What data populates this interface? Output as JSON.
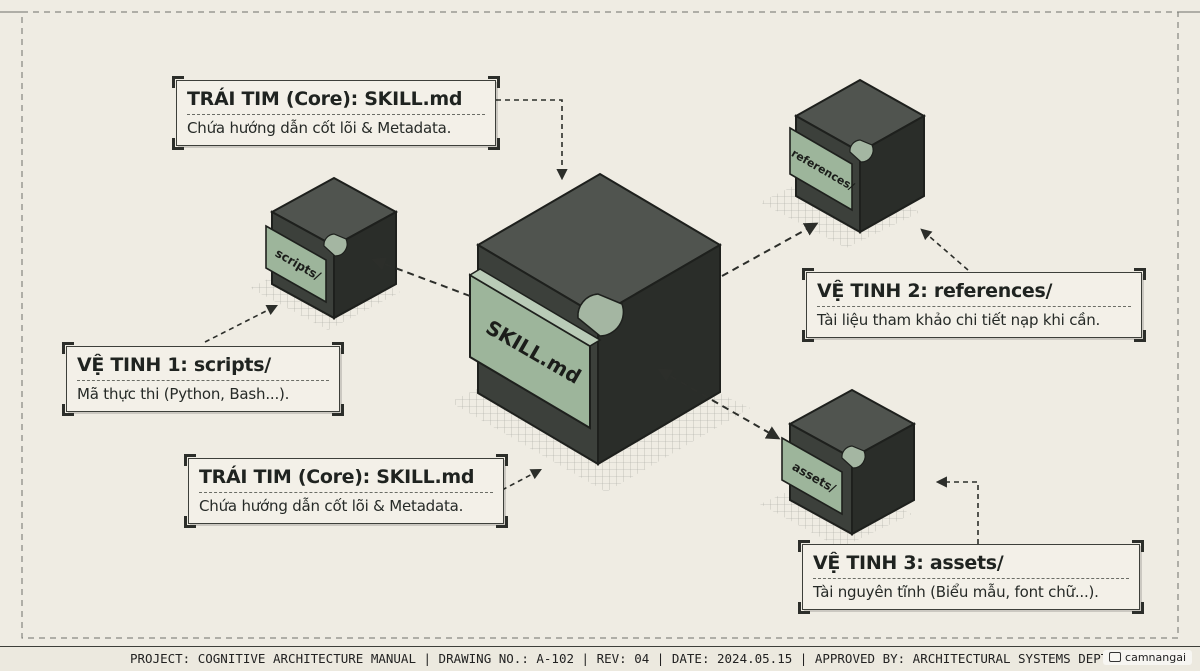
{
  "footer": {
    "text": "PROJECT: COGNITIVE ARCHITECTURE MANUAL | DRAWING NO.: A-102 | REV: 04 | DATE: 2024.05.15 | APPROVED BY: ARCHITECTURAL SYSTEMS DEPT.",
    "watermark": "camnangai"
  },
  "cubes": {
    "core": {
      "label": "SKILL.md"
    },
    "scripts": {
      "label": "scripts/"
    },
    "references": {
      "label": "references/"
    },
    "assets": {
      "label": "assets/"
    }
  },
  "callouts": {
    "core_top": {
      "title": "TRÁI TIM (Core): SKILL.md",
      "desc": "Chứa hướng dẫn cốt lõi & Metadata."
    },
    "core_bottom": {
      "title": "TRÁI TIM (Core): SKILL.md",
      "desc": "Chứa hướng dẫn cốt lõi & Metadata."
    },
    "satellite_1": {
      "title": "VỆ TINH 1: scripts/",
      "desc": "Mã thực thi (Python, Bash...)."
    },
    "satellite_2": {
      "title": "VỆ TINH 2: references/",
      "desc": "Tài liệu tham khảo chi tiết nạp khi cần."
    },
    "satellite_3": {
      "title": "VỆ TINH 3: assets/",
      "desc": "Tài nguyên tĩnh (Biểu mẫu, font chữ...)."
    }
  },
  "colors": {
    "paper": "#efece3",
    "cube_top": "#50544f",
    "cube_left": "#3c403b",
    "cube_right": "#2a2d29",
    "label_plate": "#9db59b",
    "ink": "#2c2e2a"
  }
}
